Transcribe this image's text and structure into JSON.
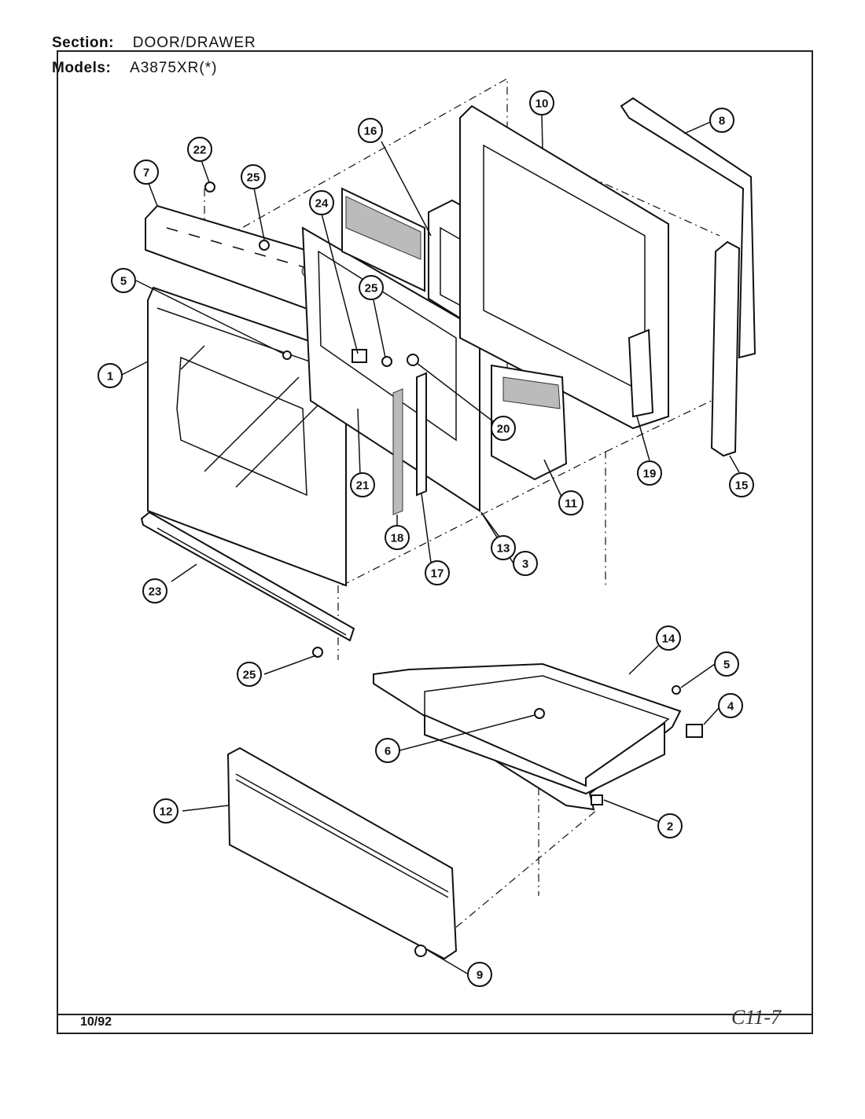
{
  "header": {
    "section_label": "Section:",
    "section_value": "DOOR/DRAWER",
    "models_label": "Models:",
    "models_value": "A3875XR(*)"
  },
  "footer": {
    "date": "10/92",
    "page_code": "C11-7"
  },
  "callouts": [
    {
      "id": "1"
    },
    {
      "id": "2"
    },
    {
      "id": "3"
    },
    {
      "id": "4"
    },
    {
      "id": "5"
    },
    {
      "id": "5"
    },
    {
      "id": "6"
    },
    {
      "id": "7"
    },
    {
      "id": "8"
    },
    {
      "id": "9"
    },
    {
      "id": "10"
    },
    {
      "id": "11"
    },
    {
      "id": "12"
    },
    {
      "id": "13"
    },
    {
      "id": "14"
    },
    {
      "id": "15"
    },
    {
      "id": "16"
    },
    {
      "id": "17"
    },
    {
      "id": "18"
    },
    {
      "id": "19"
    },
    {
      "id": "20"
    },
    {
      "id": "21"
    },
    {
      "id": "22"
    },
    {
      "id": "23"
    },
    {
      "id": "24"
    },
    {
      "id": "25"
    },
    {
      "id": "25"
    },
    {
      "id": "25"
    }
  ]
}
